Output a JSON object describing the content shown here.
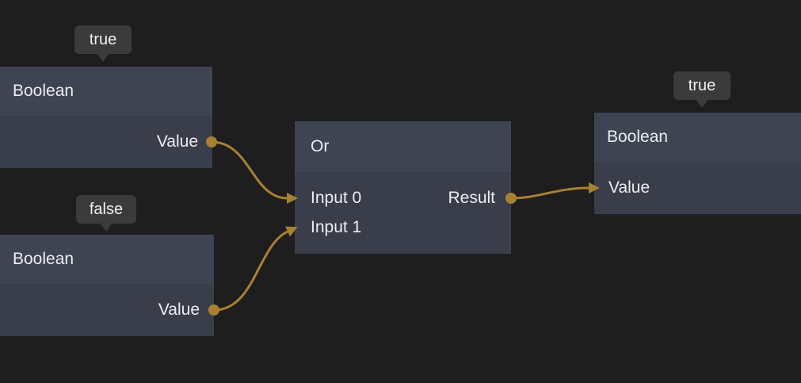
{
  "editor": {
    "name": "visual-script-graph"
  },
  "colors": {
    "background": "#1e1e1f",
    "node_header": "#3f4453",
    "node_body": "#3a3e4a",
    "tooltip_bg": "#3b3b3c",
    "wire": "#a8802f",
    "text": "#eceef1"
  },
  "nodes": [
    {
      "id": "boolean-1",
      "title": "Boolean",
      "tooltip": "true",
      "ports": [
        {
          "label": "Value",
          "direction": "output"
        }
      ]
    },
    {
      "id": "boolean-2",
      "title": "Boolean",
      "tooltip": "false",
      "ports": [
        {
          "label": "Value",
          "direction": "output"
        }
      ]
    },
    {
      "id": "or-1",
      "title": "Or",
      "ports": [
        {
          "label": "Input 0",
          "direction": "input"
        },
        {
          "label": "Input 1",
          "direction": "input"
        },
        {
          "label": "Result",
          "direction": "output"
        }
      ]
    },
    {
      "id": "boolean-3",
      "title": "Boolean",
      "tooltip": "true",
      "ports": [
        {
          "label": "Value",
          "direction": "input"
        }
      ]
    }
  ],
  "connections": [
    {
      "from": "boolean-1.Value",
      "to": "or-1.Input 0"
    },
    {
      "from": "boolean-2.Value",
      "to": "or-1.Input 1"
    },
    {
      "from": "or-1.Result",
      "to": "boolean-3.Value"
    }
  ]
}
